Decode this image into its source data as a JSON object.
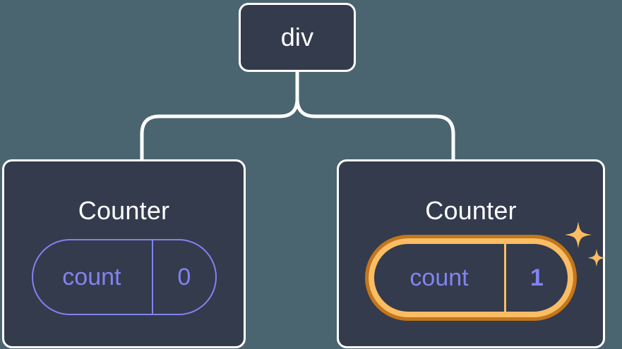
{
  "diagram": {
    "type": "component-tree",
    "title_text_present": false,
    "background_color": "#4a6570",
    "node_fill_color": "#333b4d",
    "node_border_color": "#ffffff",
    "state_color": "#8283f0",
    "highlight_color": "#fabd63",
    "highlight_shadow_color": "#c4761a",
    "connector_color": "#ffffff"
  },
  "root": {
    "label": "div"
  },
  "children": [
    {
      "id": "counter-left",
      "label": "Counter",
      "state": {
        "key": "count",
        "value": "0"
      },
      "highlighted": false
    },
    {
      "id": "counter-right",
      "label": "Counter",
      "state": {
        "key": "count",
        "value": "1"
      },
      "highlighted": true,
      "decoration": "sparkles"
    }
  ],
  "icons": {
    "sparkle_large": "sparkle-icon",
    "sparkle_small": "sparkle-icon"
  }
}
